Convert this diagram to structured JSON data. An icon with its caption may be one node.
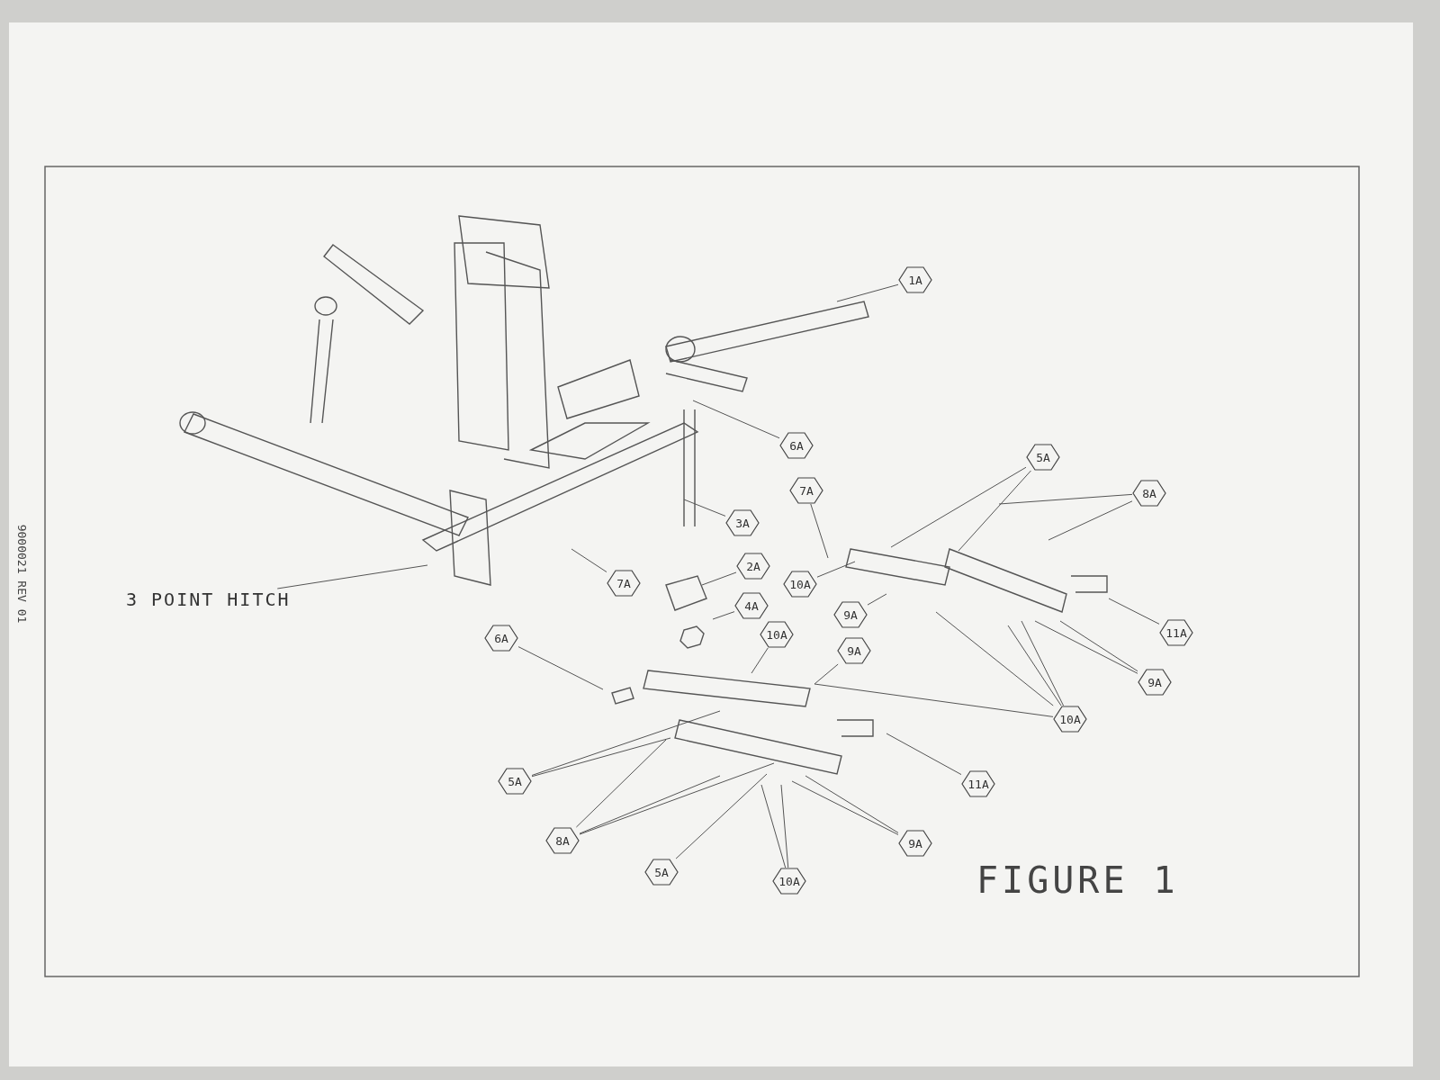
{
  "diagram": {
    "nodes": [
      {
        "text": [
          "3 POINT HITCH"
        ]
      },
      {
        "text": [
          "1A"
        ]
      },
      {
        "text": [
          "6A"
        ]
      },
      {
        "text": [
          "7A"
        ]
      },
      {
        "text": [
          "3A"
        ]
      },
      {
        "text": [
          "2A"
        ]
      },
      {
        "text": [
          "7A"
        ]
      },
      {
        "text": [
          "4A"
        ]
      },
      {
        "text": [
          "5A"
        ]
      },
      {
        "text": [
          "8A"
        ]
      },
      {
        "text": [
          "10A"
        ]
      },
      {
        "text": [
          "9A"
        ]
      },
      {
        "text": [
          "11A"
        ]
      },
      {
        "text": [
          "9A"
        ]
      },
      {
        "text": [
          "10A"
        ]
      },
      {
        "text": [
          "6A"
        ]
      },
      {
        "text": [
          "10A"
        ]
      },
      {
        "text": [
          "9A"
        ]
      },
      {
        "text": [
          "5A"
        ]
      },
      {
        "text": [
          "11A"
        ]
      },
      {
        "text": [
          "8A"
        ]
      },
      {
        "text": [
          "9A"
        ]
      },
      {
        "text": [
          "5A"
        ]
      },
      {
        "text": [
          "10A"
        ]
      }
    ],
    "edges": [
      {
        "from": 0,
        "to": null,
        "arrow": "none"
      },
      {
        "from": 1,
        "to": null,
        "arrow": "none"
      },
      {
        "from": 2,
        "to": null,
        "arrow": "none"
      },
      {
        "from": 3,
        "to": null,
        "arrow": "none"
      },
      {
        "from": 4,
        "to": null,
        "arrow": "none"
      },
      {
        "from": 5,
        "to": null,
        "arrow": "none"
      },
      {
        "from": 6,
        "to": null,
        "arrow": "none"
      },
      {
        "from": 7,
        "to": null,
        "arrow": "none"
      },
      {
        "from": 8,
        "to": null,
        "arrow": "none"
      },
      {
        "from": 8,
        "to": null,
        "arrow": "none"
      },
      {
        "from": 9,
        "to": null,
        "arrow": "none"
      },
      {
        "from": 9,
        "to": null,
        "arrow": "none"
      },
      {
        "from": 10,
        "to": null,
        "arrow": "none"
      },
      {
        "from": 11,
        "to": null,
        "arrow": "none"
      },
      {
        "from": 12,
        "to": null,
        "arrow": "none"
      },
      {
        "from": 13,
        "to": null,
        "arrow": "none"
      },
      {
        "from": 13,
        "to": null,
        "arrow": "none"
      },
      {
        "from": 14,
        "to": null,
        "arrow": "none"
      },
      {
        "from": 14,
        "to": null,
        "arrow": "none"
      },
      {
        "from": 14,
        "to": null,
        "arrow": "none"
      },
      {
        "from": 14,
        "to": null,
        "arrow": "none"
      },
      {
        "from": 15,
        "to": null,
        "arrow": "none"
      },
      {
        "from": 16,
        "to": null,
        "arrow": "none"
      },
      {
        "from": 17,
        "to": null,
        "arrow": "none"
      },
      {
        "from": 18,
        "to": null,
        "arrow": "none"
      },
      {
        "from": 18,
        "to": null,
        "arrow": "none"
      },
      {
        "from": 19,
        "to": null,
        "arrow": "none"
      },
      {
        "from": 20,
        "to": null,
        "arrow": "none"
      },
      {
        "from": 20,
        "to": null,
        "arrow": "none"
      },
      {
        "from": 20,
        "to": null,
        "arrow": "none"
      },
      {
        "from": 21,
        "to": null,
        "arrow": "none"
      },
      {
        "from": 21,
        "to": null,
        "arrow": "none"
      },
      {
        "from": 22,
        "to": null,
        "arrow": "none"
      },
      {
        "from": 23,
        "to": null,
        "arrow": "none"
      },
      {
        "from": 23,
        "to": null,
        "arrow": "none"
      }
    ],
    "labels": [
      "9000021 REV 01",
      "FIGURE 1"
    ]
  }
}
